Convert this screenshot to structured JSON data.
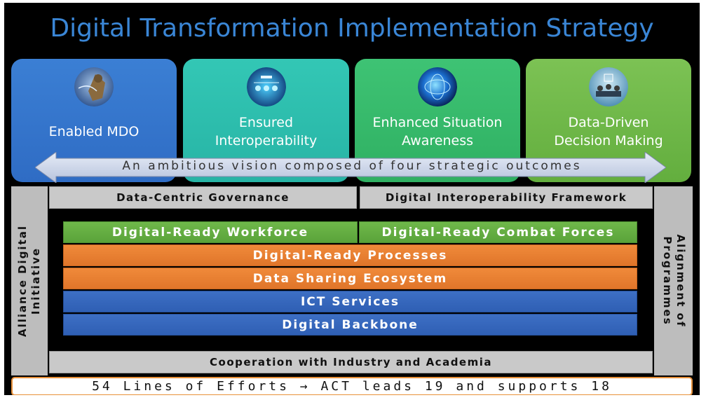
{
  "title": "Digital Transformation Implementation Strategy",
  "outcomes": [
    {
      "label": "Enabled MDO",
      "icon": "soldier-satellite-icon"
    },
    {
      "label": "Ensured\nInteroperability",
      "icon": "network-globe-icon"
    },
    {
      "label": "Enhanced Situation\nAwareness",
      "icon": "digital-globe-icon"
    },
    {
      "label": "Data-Driven\nDecision Making",
      "icon": "meeting-data-icon"
    }
  ],
  "vision_arrow": "An ambitious vision composed of four strategic outcomes",
  "left_pillar": "Alliance Digital\nInitiative",
  "right_pillar": "Alignment of\nProgrammes",
  "governance": {
    "left": "Data-Centric Governance",
    "right": "Digital Interoperability Framework"
  },
  "layers": {
    "workforce": "Digital-Ready Workforce",
    "combat_forces": "Digital-Ready Combat Forces",
    "processes": "Digital-Ready Processes",
    "ecosystem": "Data Sharing Ecosystem",
    "ict": "ICT Services",
    "backbone": "Digital Backbone"
  },
  "cooperation": "Cooperation with Industry and Academia",
  "footer": "54 Lines of Efforts → ACT leads 19 and supports 18",
  "colors": {
    "title": "#3a86d6",
    "outcome_blue": "#2f6cc4",
    "outcome_teal": "#27b4a5",
    "outcome_green": "#2fb062",
    "outcome_lightgreen": "#63ae3e",
    "layer_green": "#5aa33a",
    "layer_orange": "#e0752a",
    "layer_blue": "#2f5fb4",
    "footer_border": "#e8913a"
  }
}
